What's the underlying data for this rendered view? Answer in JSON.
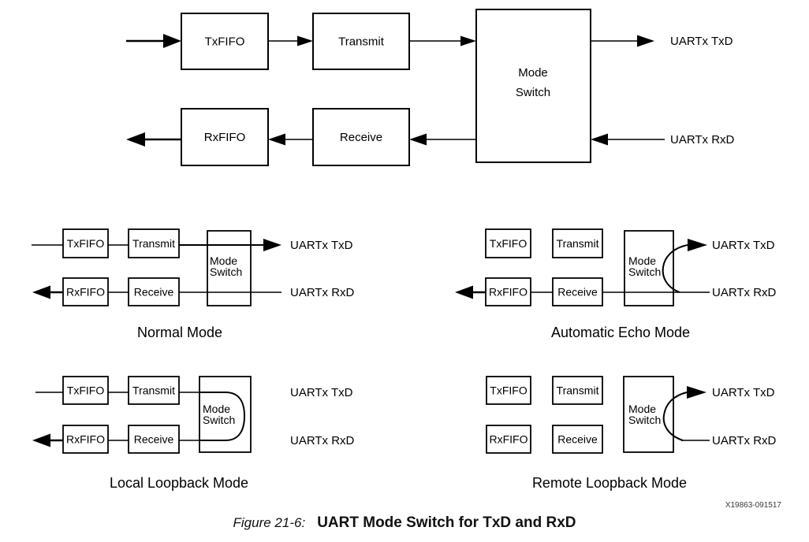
{
  "figure": {
    "caption_label": "Figure 21-6:",
    "caption_title": "UART Mode Switch for TxD and RxD",
    "drawing_number": "X19863-091517"
  },
  "blocks": {
    "txfifo": "TxFIFO",
    "transmit": "Transmit",
    "rxfifo": "RxFIFO",
    "receive": "Receive",
    "mode_switch_line1": "Mode",
    "mode_switch_line2": "Switch"
  },
  "signals": {
    "txd": "UARTx TxD",
    "rxd": "UARTx RxD"
  },
  "mode_captions": {
    "normal": "Normal Mode",
    "automatic_echo": "Automatic Echo Mode",
    "local_loopback": "Local Loopback Mode",
    "remote_loopback": "Remote Loopback Mode"
  },
  "colors": {
    "line": "#000000",
    "background": "#ffffff"
  }
}
